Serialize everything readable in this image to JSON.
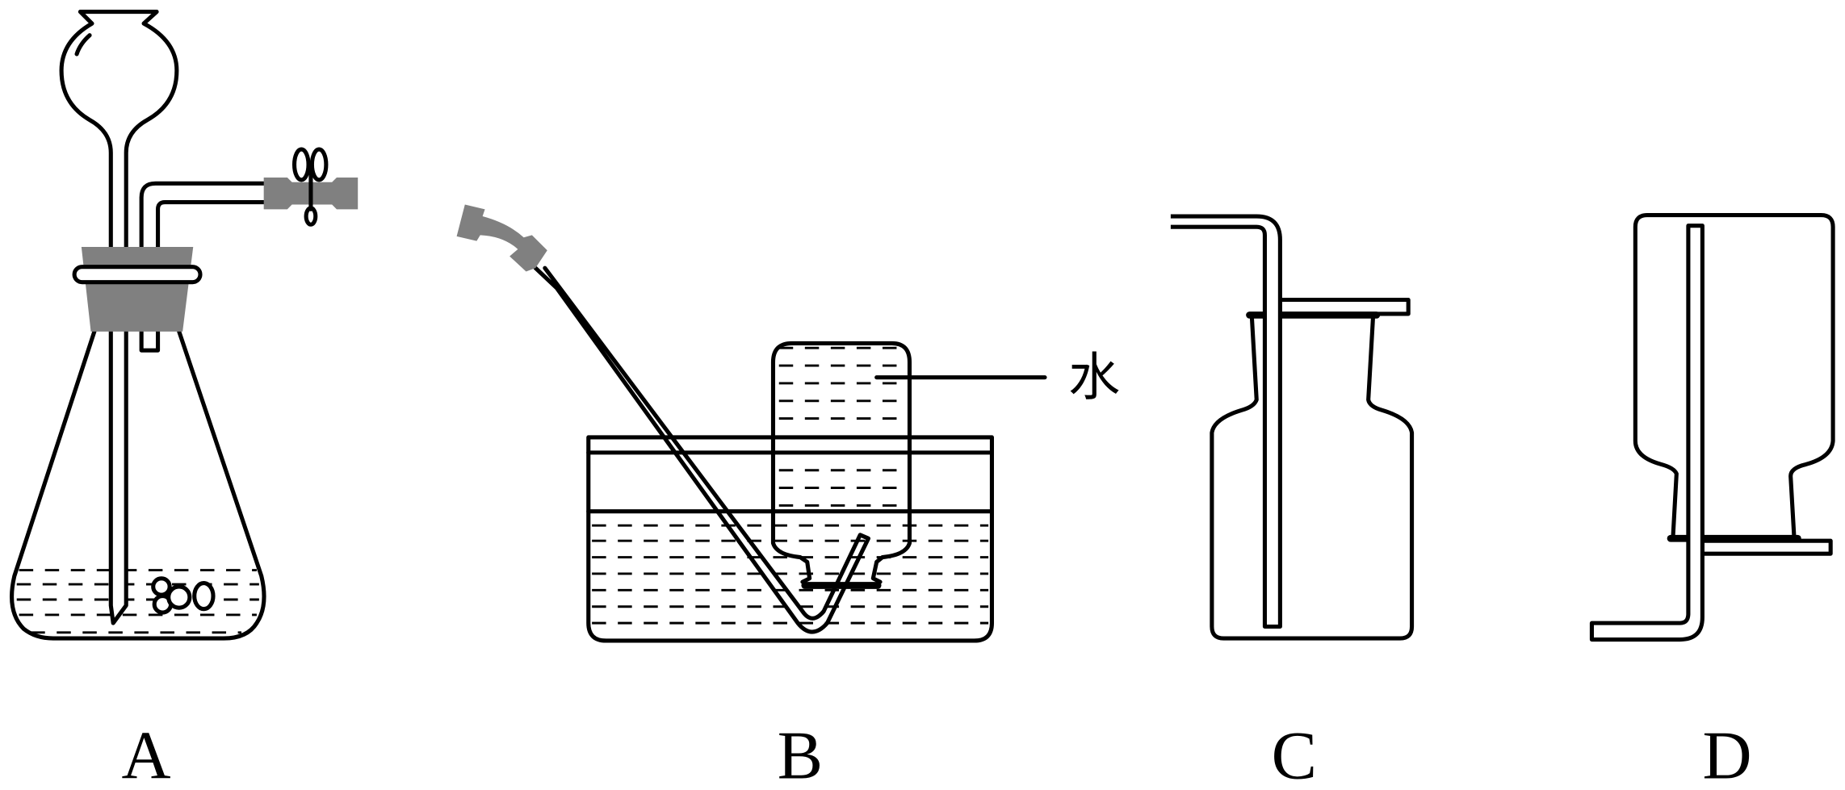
{
  "figure": {
    "labels": {
      "a": "A",
      "b": "B",
      "c": "C",
      "d": "D"
    },
    "water_label": "水",
    "colors": {
      "line": "#000000",
      "rubber": "#808080",
      "background": "#ffffff"
    }
  }
}
